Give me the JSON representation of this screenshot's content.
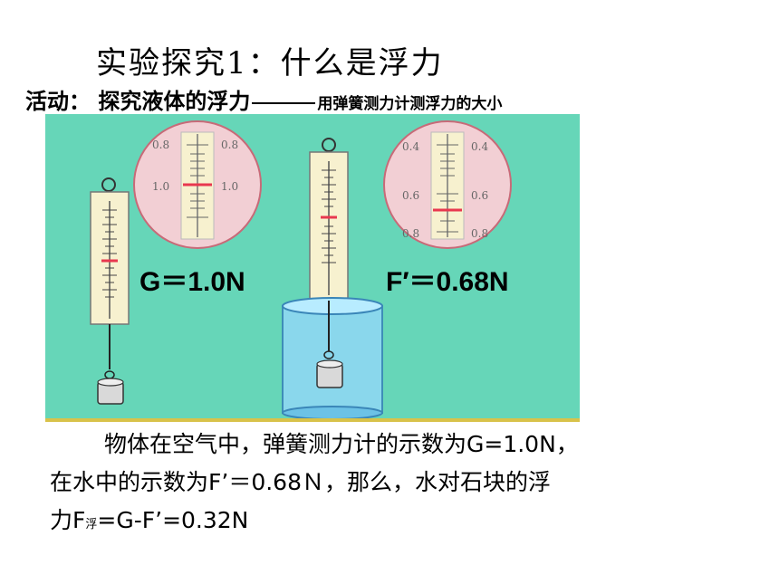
{
  "title": "实验探究1：什么是浮力",
  "subtitle": {
    "prefix": "活动：",
    "main": "探究液体的浮力",
    "small": "用弹簧测力计测浮力的大小"
  },
  "diagram": {
    "label_g": "G＝1.0N",
    "label_f": "F′＝0.68N",
    "dial_left": {
      "top": "0.8",
      "mid": "1.0"
    },
    "dial_right": {
      "top": "0.4",
      "mid": "0.6",
      "bottom": "0.8"
    },
    "colors": {
      "background": "#66d6b8",
      "water": "#8fd8f2",
      "scale_mark": "#e8384f"
    }
  },
  "text": {
    "line1": "物体在空气中，弹簧测力计的示数为G=1.0N，",
    "line2": "在水中的示数为F’＝0.68Ｎ，那么，水对石块的浮",
    "line3_pre": "力F",
    "line3_sub": "浮",
    "line3_post": "=G-F’=0.32N"
  }
}
